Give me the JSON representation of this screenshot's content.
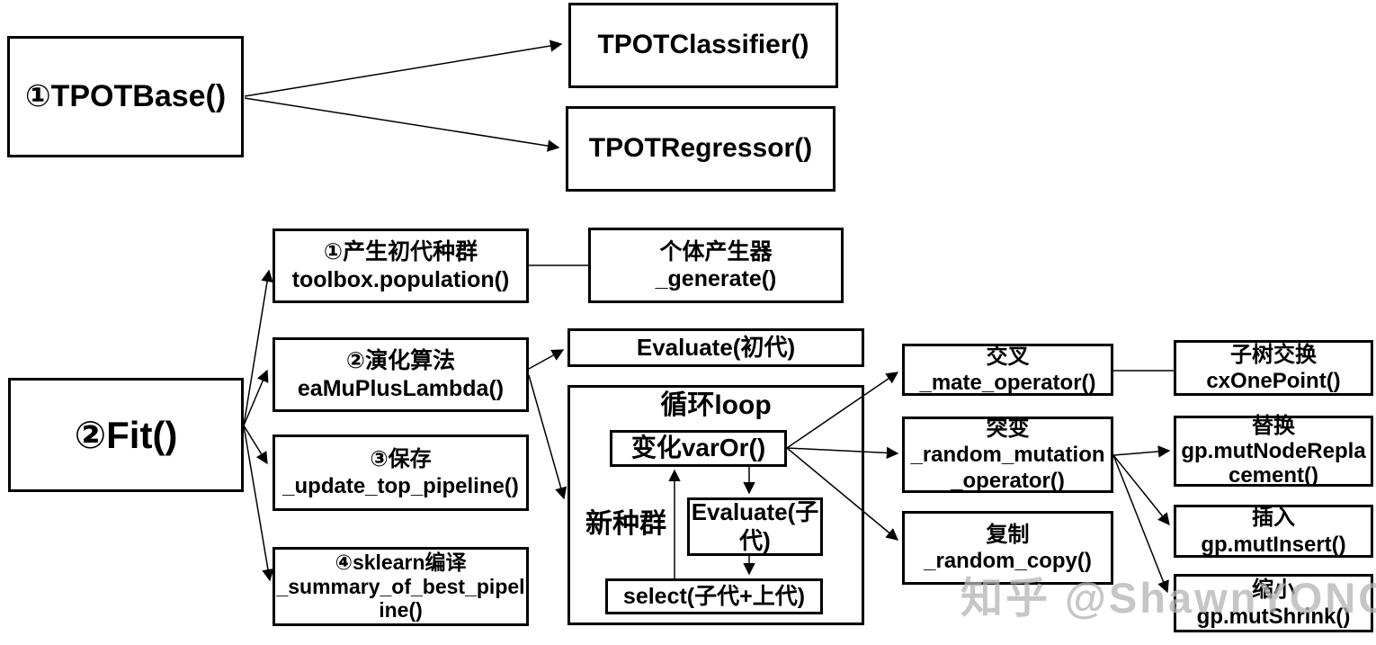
{
  "nodes": {
    "tpotbase": {
      "label": "①TPOTBase()"
    },
    "tpotclassifier": {
      "label": "TPOTClassifier()"
    },
    "tpotregressor": {
      "label": "TPOTRegressor()"
    },
    "fit": {
      "label": "②Fit()"
    },
    "population": {
      "line1": "①产生初代种群",
      "line2": "toolbox.population()"
    },
    "generator": {
      "line1": "个体产生器",
      "line2": "_generate()"
    },
    "evolution": {
      "line1": "②演化算法",
      "line2": "eaMuPlusLambda()"
    },
    "save": {
      "line1": "③保存",
      "line2": "_update_top_pipeline()"
    },
    "sklearn_compile": {
      "line1": "④sklearn编译",
      "line2": "_summary_of_best_pipeline()"
    },
    "evaluate_initial": {
      "label": "Evaluate(初代)"
    },
    "loop": {
      "title": "循环loop"
    },
    "varor": {
      "label": "变化varOr()"
    },
    "evaluate_offspring": {
      "label": "Evaluate(子代)"
    },
    "select": {
      "label": "select(子代+上代)"
    },
    "new_population": {
      "label": "新种群"
    },
    "mate": {
      "line1": "交叉",
      "line2": "_mate_operator()"
    },
    "subtree_swap": {
      "line1": "子树交换",
      "line2": "cxOnePoint()"
    },
    "mutation": {
      "line1": "突变",
      "line2": "_random_mutation_operator()"
    },
    "replace": {
      "line1": "替换",
      "line2": "gp.mutNodeReplacement()"
    },
    "copy": {
      "line1": "复制",
      "line2": "_random_copy()"
    },
    "insert": {
      "line1": "插入",
      "line2": "gp.mutInsert()"
    },
    "shrink": {
      "line1": "缩小",
      "line2": "gp.mutShrink()"
    }
  },
  "watermark": {
    "text": "知乎 @ShawnYONG",
    "color": "#b4b4b4"
  },
  "colors": {
    "background": "#ffffff",
    "box_border": "#000000",
    "arrow": "#000000"
  }
}
